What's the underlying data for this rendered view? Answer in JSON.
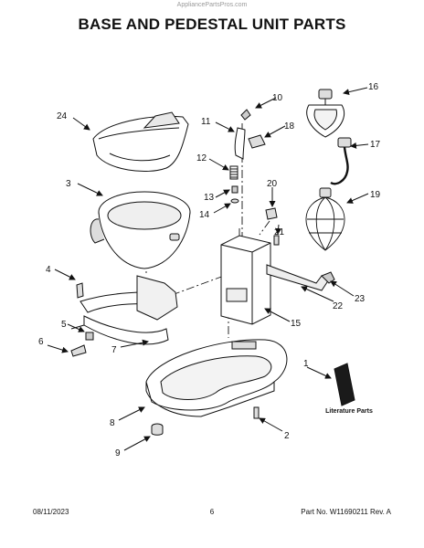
{
  "watermark": "AppliancePartsPros.com",
  "title": "BASE AND PEDESTAL UNIT PARTS",
  "literature_label": "Literature Parts",
  "callouts": {
    "c1": "1",
    "c2": "2",
    "c3": "3",
    "c4": "4",
    "c5": "5",
    "c6": "6",
    "c7": "7",
    "c8": "8",
    "c9": "9",
    "c10": "10",
    "c11": "11",
    "c12": "12",
    "c13": "13",
    "c14": "14",
    "c15": "15",
    "c16": "16",
    "c17": "17",
    "c18": "18",
    "c19": "19",
    "c20": "20",
    "c21": "21",
    "c22": "22",
    "c23": "23",
    "c24": "24"
  },
  "footer": {
    "date": "08/11/2023",
    "page": "6",
    "part_no": "Part No. W11690211  Rev. A"
  }
}
